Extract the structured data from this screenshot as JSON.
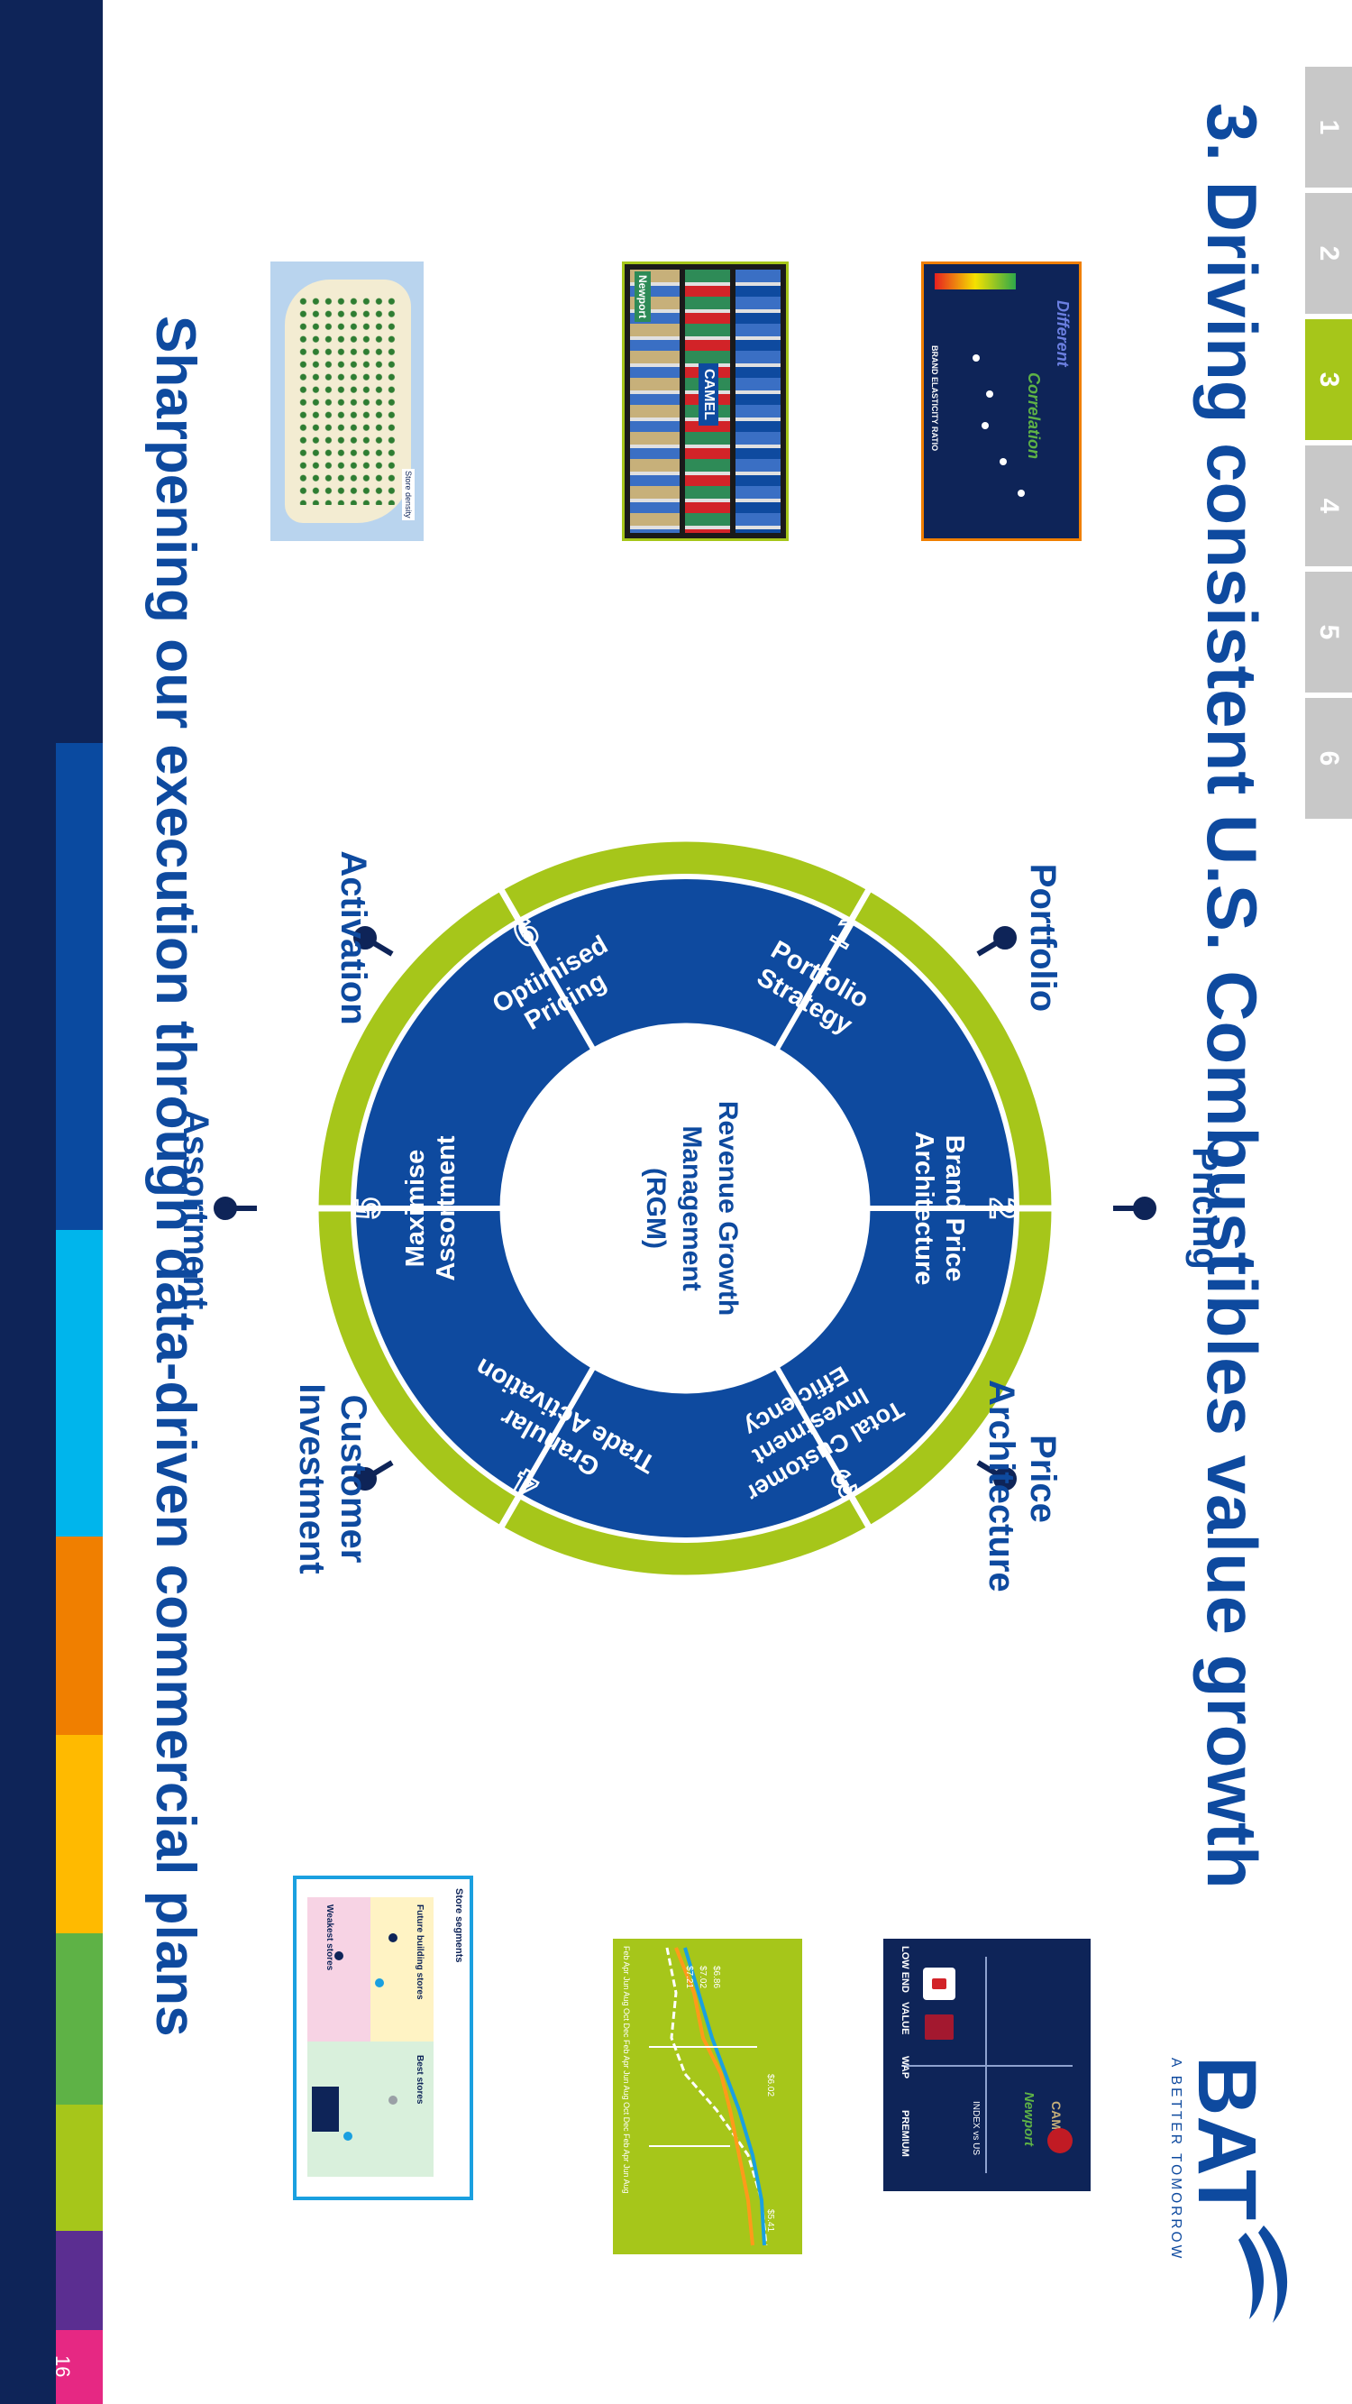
{
  "nav": {
    "tabs": [
      "1",
      "2",
      "3",
      "4",
      "5",
      "6"
    ],
    "active_index": 2
  },
  "header": {
    "title": "3. Driving consistent U.S. Combustibles value growth"
  },
  "logo": {
    "wordmark": "BAT",
    "tagline": "A BETTER TOMORROW"
  },
  "wheel": {
    "center": [
      "Revenue Growth",
      "Management",
      "(RGM)"
    ],
    "segments": [
      {
        "number": "1",
        "text": [
          "Portfolio",
          "Strategy"
        ]
      },
      {
        "number": "2",
        "text": [
          "Brand Price",
          "Architecture"
        ]
      },
      {
        "number": "3",
        "text": [
          "Total Customer",
          "Investment",
          "Efficiency"
        ]
      },
      {
        "number": "4",
        "text": [
          "Granular",
          "Trade Activation"
        ]
      },
      {
        "number": "5",
        "text": [
          "Maximise",
          "Assortment"
        ]
      },
      {
        "number": "6",
        "text": [
          "Optimised",
          "Pricing"
        ]
      }
    ]
  },
  "categories": {
    "portfolio": [
      "Portfolio"
    ],
    "price_architecture": [
      "Price",
      "Architecture"
    ],
    "customer_investment": [
      "Customer",
      "Investment"
    ],
    "activation": [
      "Activation"
    ],
    "assortment": [
      "Assortment"
    ],
    "pricing": [
      "Pricing"
    ]
  },
  "thumbnails": {
    "portfolio_grid": {
      "low_end": "LOW END",
      "value": "VALUE",
      "wap": "WAP",
      "premium": "PREMIUM",
      "axis": "INDEX vs US",
      "brand_a": "Newport",
      "brand_b": "CAMEL"
    },
    "price_trend": {
      "months": "Feb Apr Jun Aug Oct Dec Feb Apr Jun Aug Oct Dec Feb Apr Jun Aug",
      "values": [
        "$7.21",
        "$7.02",
        "$6.86",
        "$6.02",
        "$5.41"
      ]
    },
    "customer_matrix": {
      "title": "Store segments",
      "quadrant_a": "Best stores",
      "quadrant_b": "Future building stores",
      "quadrant_c": "Weakest stores"
    },
    "pricing_scatter": {
      "heading_a": "Different",
      "heading_b": "Correlation",
      "axis": "BRAND ELASTICITY RATIO"
    },
    "assortment_shelf": {
      "brand": "CAMEL",
      "brand_b": "Newport"
    },
    "activation_map": {
      "legend": "Store density"
    }
  },
  "footer": {
    "subtitle": "Sharpening our execution through data-driven commercial plans",
    "page_number": "16"
  },
  "colors": {
    "brand_blue": "#0e4a9f",
    "navy": "#0e2458",
    "lime": "#a6c61a",
    "stripe": [
      "#0a4aa0",
      "#0a4aa0",
      "#00b5ec",
      "#f07f00",
      "#ffba00",
      "#5eb246",
      "#a6c61a",
      "#5b2e91",
      "#e62883"
    ]
  }
}
